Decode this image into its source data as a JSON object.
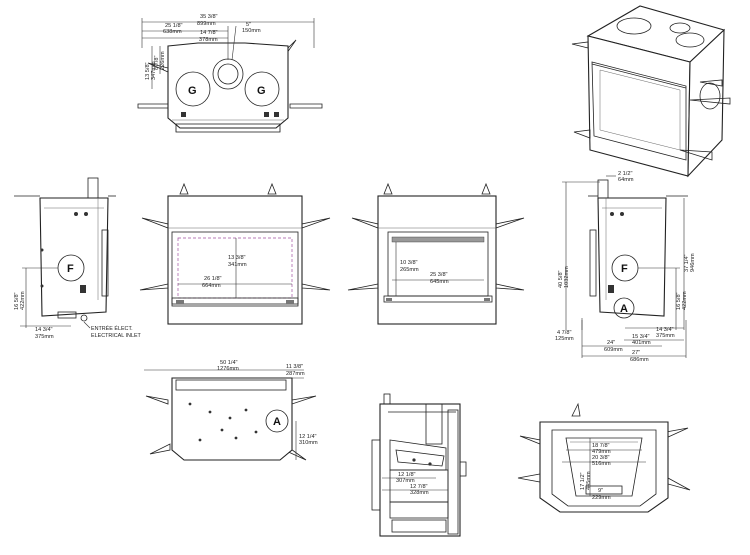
{
  "views": {
    "top": {
      "labels": {
        "g_left": "G",
        "g_right": "G"
      },
      "dims": {
        "overall_in": "35 3/8\"",
        "overall_mm": "899mm",
        "d1_in": "25 1/8\"",
        "d1_mm": "638mm",
        "d2_in": "14 7/8\"",
        "d2_mm": "378mm",
        "d3_in": "5\"",
        "d3_mm": "150mm",
        "d4_in": "13 5/8\"",
        "d4_mm": "347mm",
        "d5_in": "8 7/8\"",
        "d5_mm": "226mm"
      }
    },
    "left_side": {
      "labels": {
        "f": "F"
      },
      "dims": {
        "h_in": "16 5/8\"",
        "h_mm": "422mm",
        "w_in": "14 3/4\"",
        "w_mm": "375mm"
      },
      "note_fr": "ENTRÉE ÉLECT.",
      "note_en": "ELECTRICAL INLET"
    },
    "front_opening": {
      "dims": {
        "h_in": "13 3/8\"",
        "h_mm": "341mm",
        "w_in": "26 1/8\"",
        "w_mm": "664mm"
      }
    },
    "front_glass": {
      "dims": {
        "h_in": "10 3/8\"",
        "h_mm": "265mm",
        "w_in": "25 3/8\"",
        "w_mm": "645mm"
      }
    },
    "right_side": {
      "labels": {
        "f": "F",
        "a": "A"
      },
      "dims": {
        "top_in": "2 1/2\"",
        "top_mm": "64mm",
        "overall_h_in": "40 5/8\"",
        "overall_h_mm": "1032mm",
        "h2_in": "37 1/4\"",
        "h2_mm": "946mm",
        "h3_in": "16 5/8\"",
        "h3_mm": "422mm",
        "low_in": "4 7/8\"",
        "low_mm": "125mm",
        "w1_in": "14 3/4\"",
        "w1_mm": "375mm",
        "w2_in": "15 3/4\"",
        "w2_mm": "401mm",
        "w3_in": "24\"",
        "w3_mm": "609mm",
        "w4_in": "27\"",
        "w4_mm": "686mm"
      }
    },
    "bottom": {
      "labels": {
        "a": "A"
      },
      "dims": {
        "w_in": "50 1/4\"",
        "w_mm": "1276mm",
        "r_in": "11 3/8\"",
        "r_mm": "287mm",
        "h_in": "12 1/4\"",
        "h_mm": "310mm"
      }
    },
    "section": {
      "dims": {
        "a_in": "12 1/8\"",
        "a_mm": "307mm",
        "b_in": "12 7/8\"",
        "b_mm": "328mm"
      }
    },
    "plan": {
      "dims": {
        "a_in": "18 7/8\"",
        "a_mm": "479mm",
        "b_in": "20 3/8\"",
        "b_mm": "516mm",
        "c_in": "17 1/2\"",
        "c_mm": "445mm",
        "d_in": "9\"",
        "d_mm": "229mm"
      }
    }
  }
}
